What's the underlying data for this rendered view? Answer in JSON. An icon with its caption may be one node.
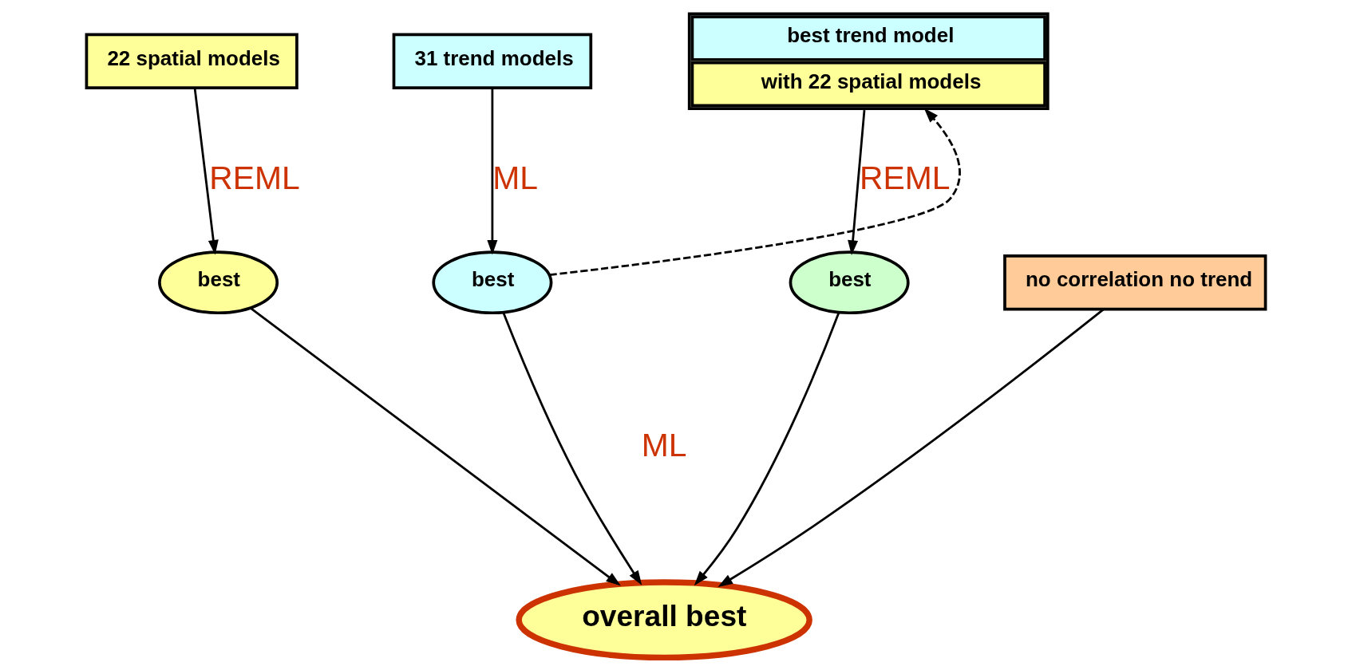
{
  "diagram": {
    "nodes": [
      {
        "text": [
          "22 spatial models"
        ]
      },
      {
        "text": [
          "31 trend models"
        ]
      },
      {
        "text": [
          "best trend model",
          "with 22 spatial models"
        ]
      },
      {
        "text": [
          "best"
        ]
      },
      {
        "text": [
          "best"
        ]
      },
      {
        "text": [
          "best"
        ]
      },
      {
        "text": [
          "no correlation no trend"
        ]
      },
      {
        "text": [
          "overall best"
        ]
      }
    ],
    "edges": [
      {
        "from": 0,
        "to": 3,
        "arrow": "to",
        "label": "REML"
      },
      {
        "from": 1,
        "to": 4,
        "arrow": "to",
        "label": "ML"
      },
      {
        "from": 4,
        "to": 2,
        "arrow": "to",
        "style": "dashed"
      },
      {
        "from": 2,
        "to": 5,
        "arrow": "to",
        "label": "REML"
      },
      {
        "from": 3,
        "to": 7,
        "arrow": "to"
      },
      {
        "from": 4,
        "to": 7,
        "arrow": "to"
      },
      {
        "from": 5,
        "to": 7,
        "arrow": "to"
      },
      {
        "from": 6,
        "to": 7,
        "arrow": "to"
      }
    ],
    "labels": [
      "ML"
    ]
  }
}
